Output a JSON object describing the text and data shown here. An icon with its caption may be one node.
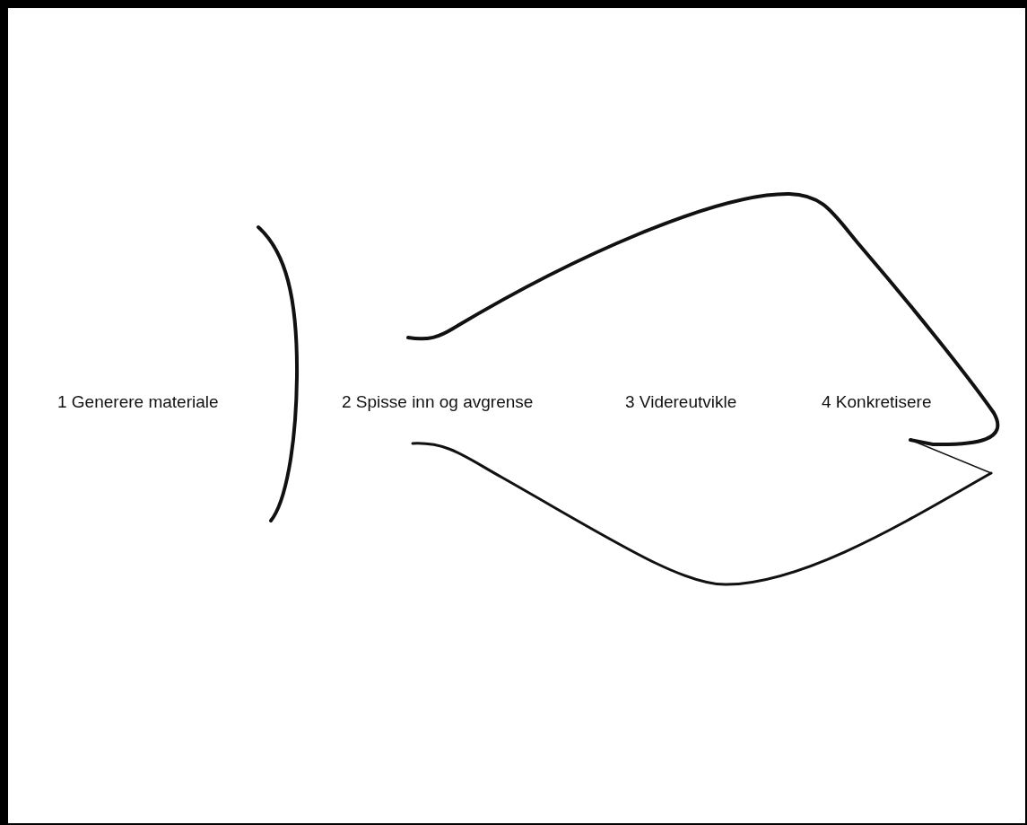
{
  "diagram": {
    "labels": [
      "1 Generere materiale",
      "2 Spisse inn og avgrense",
      "3 Videreutvikle",
      "4 Konkretisere"
    ]
  }
}
